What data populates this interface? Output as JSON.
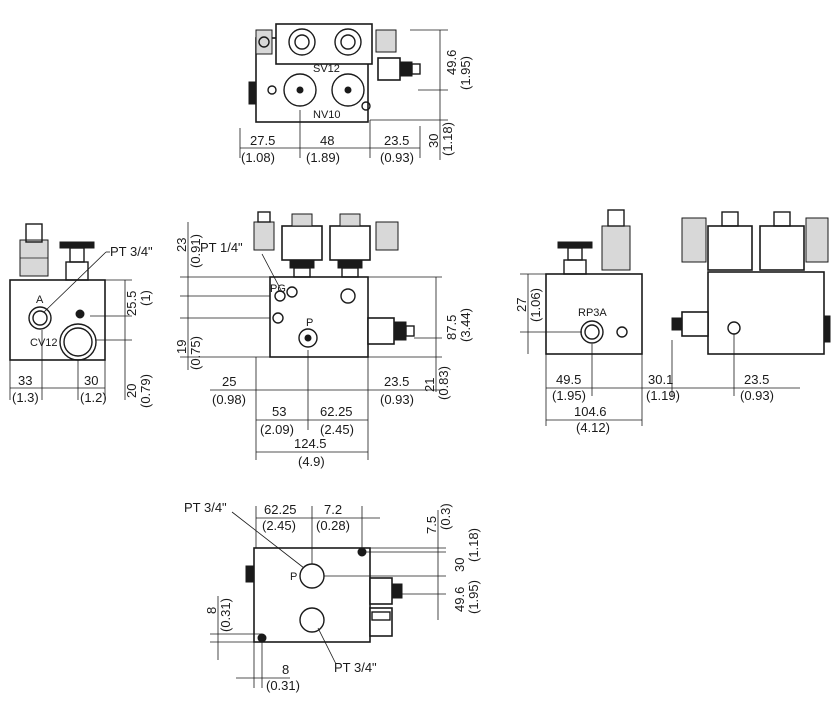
{
  "top_view": {
    "labels": {
      "sv": "SV12",
      "nv": "NV10"
    },
    "dims": {
      "w1": "27.5",
      "w1_in": "(1.08)",
      "w2": "48",
      "w2_in": "(1.89)",
      "w3": "23.5",
      "w3_in": "(0.93)",
      "h1": "49.6",
      "h1_in": "(1.95)",
      "h2": "30",
      "h2_in": "(1.18)"
    }
  },
  "left_view": {
    "labels": {
      "port": "PT 3/4\"",
      "a": "A",
      "cv": "CV12"
    },
    "dims": {
      "h1": "25.5",
      "h1_in": "(1)",
      "h2": "20",
      "h2_in": "(0.79)",
      "w1": "33",
      "w1_in": "(1.3)",
      "w2": "30",
      "w2_in": "(1.2)"
    }
  },
  "front_view": {
    "labels": {
      "port": "PT 1/4\"",
      "pg": "PG",
      "p": "P"
    },
    "dims": {
      "h_top": "23",
      "h_top_in": "(0.91)",
      "h_bot": "19",
      "h_bot_in": "(0.75)",
      "h_right": "87.5",
      "h_right_in": "(3.44)",
      "h_r2": "21",
      "h_r2_in": "(0.83)",
      "w1": "25",
      "w1_in": "(0.98)",
      "w2": "23.5",
      "w2_in": "(0.93)",
      "w3": "53",
      "w3_in": "(2.09)",
      "w4": "62.25",
      "w4_in": "(2.45)",
      "total": "124.5",
      "total_in": "(4.9)"
    }
  },
  "right_view": {
    "labels": {
      "rp": "RP3A"
    },
    "dims": {
      "h1": "27",
      "h1_in": "(1.06)",
      "w1": "49.5",
      "w1_in": "(1.95)",
      "w2": "30.1",
      "w2_in": "(1.19)",
      "w3": "23.5",
      "w3_in": "(0.93)",
      "total": "104.6",
      "total_in": "(4.12)"
    }
  },
  "bottom_view": {
    "labels": {
      "port1": "PT 3/4\"",
      "port2": "PT 3/4\"",
      "p": "P"
    },
    "dims": {
      "w1": "62.25",
      "w1_in": "(2.45)",
      "w2": "7.2",
      "w2_in": "(0.28)",
      "h1": "7.5",
      "h1_in": "(0.3)",
      "h2": "30",
      "h2_in": "(1.18)",
      "h3": "49.6",
      "h3_in": "(1.95)",
      "h_left": "8",
      "h_left_in": "(0.31)",
      "w_bot": "8",
      "w_bot_in": "(0.31)"
    }
  }
}
